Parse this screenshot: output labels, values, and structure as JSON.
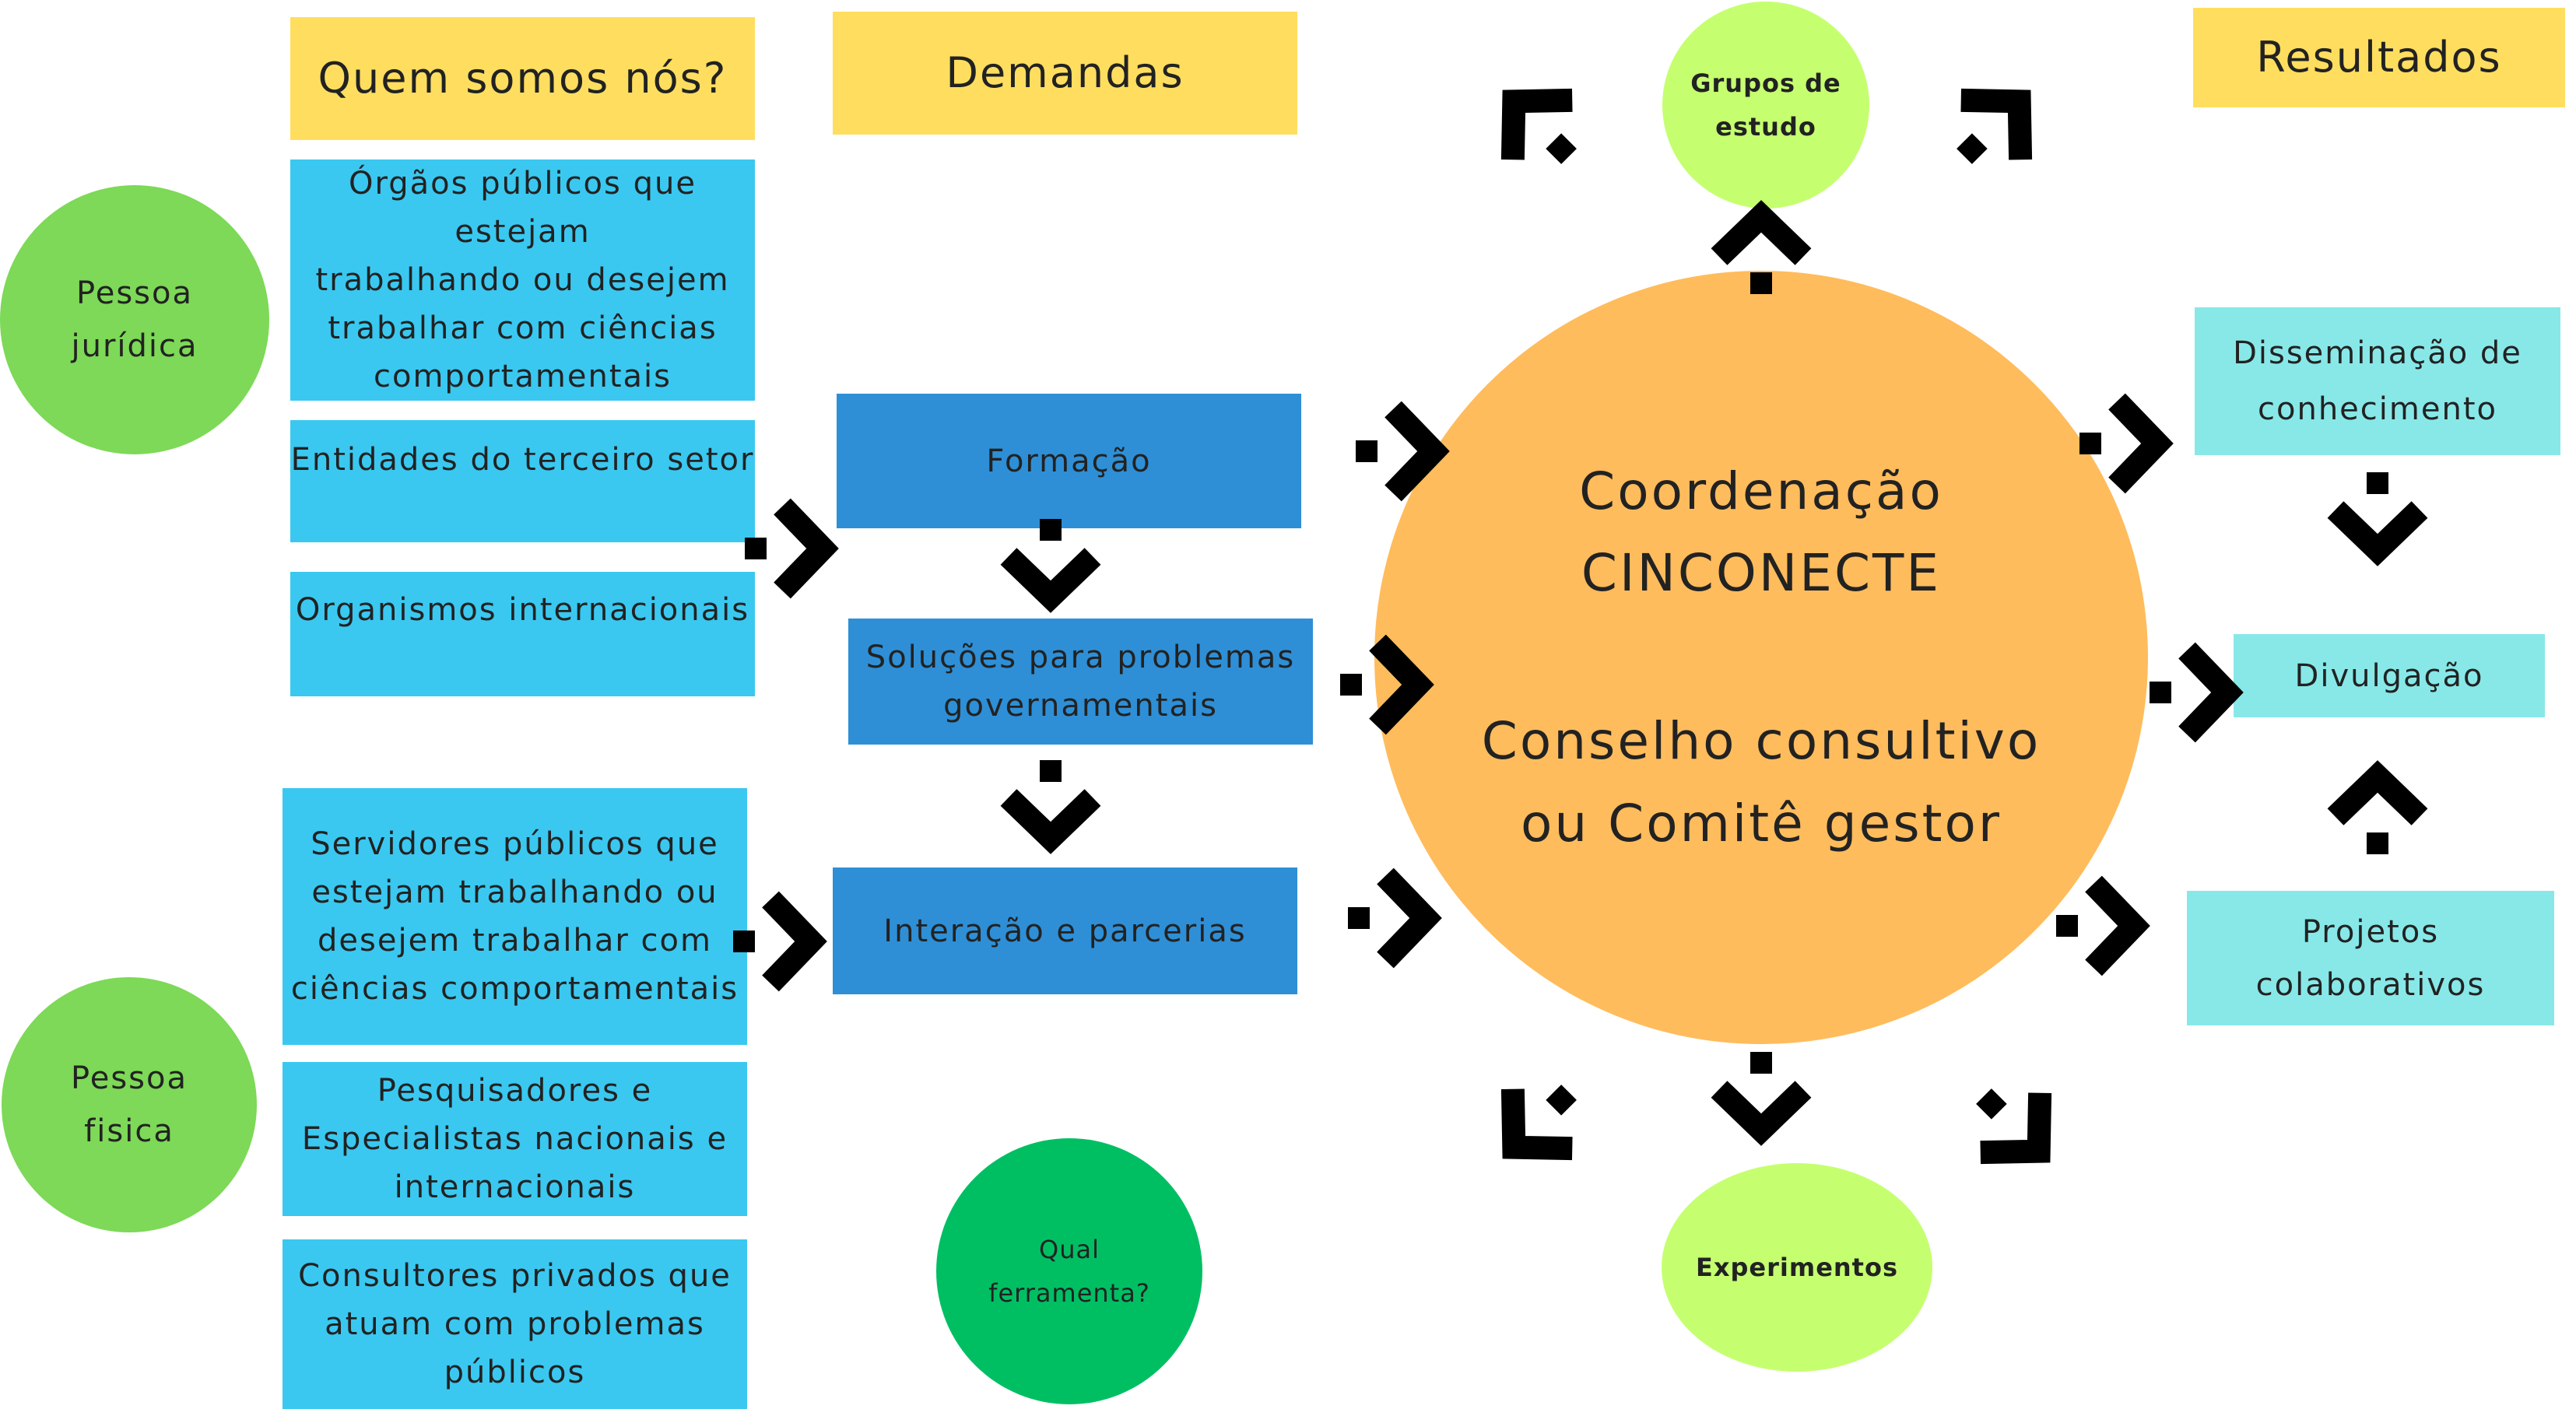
{
  "colors": {
    "header_yellow": "#FFDE5F",
    "who_blue": "#3AC8F0",
    "demand_blue": "#2E8FD6",
    "result_cyan": "#88E8E8",
    "entity_green": "#7DD957",
    "light_green": "#C5FF70",
    "tool_green": "#00BF63",
    "core_orange": "#FFBC5C",
    "arrow_black": "#000000"
  },
  "headers": {
    "who": "Quem somos nós?",
    "demands": "Demandas",
    "results": "Resultados"
  },
  "entities": {
    "legal": "Pessoa\njurídica",
    "natural": "Pessoa\nfisica"
  },
  "who_items": [
    "Órgãos públicos que estejam\ntrabalhando ou desejem\ntrabalhar com ciências\ncomportamentais",
    "Entidades do terceiro setor",
    "Organismos internacionais",
    "Servidores públicos que\nestejam trabalhando ou\ndesejem trabalhar com\nciências comportamentais",
    "Pesquisadores e\nEspecialistas nacionais e\ninternacionais",
    "Consultores privados que\natuam com problemas\npúblicos"
  ],
  "demands": [
    "Formação",
    "Soluções para problemas\ngovernamentais",
    "Interação e parcerias"
  ],
  "core": {
    "line1": "Coordenação",
    "line2": "CINCONECTE",
    "line3": "Conselho consultivo",
    "line4": "ou Comitê gestor"
  },
  "satellites": {
    "study_groups": "Grupos de\nestudo",
    "experiments": "Experimentos",
    "tool": "Qual\nferramenta?"
  },
  "results": [
    "Disseminação de\nconhecimento",
    "Divulgação",
    "Projetos\ncolaborativos"
  ],
  "icons": {
    "arrow": "chevron-arrow-icon"
  }
}
